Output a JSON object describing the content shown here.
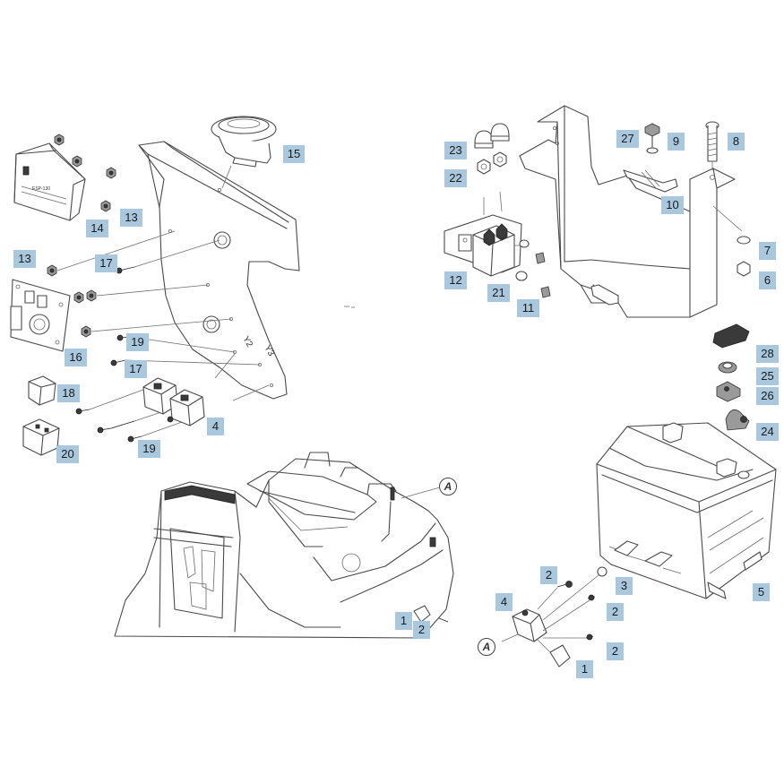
{
  "callouts": [
    {
      "n": "15"
    },
    {
      "n": "14"
    },
    {
      "n": "13"
    },
    {
      "n": "13"
    },
    {
      "n": "17"
    },
    {
      "n": "16"
    },
    {
      "n": "19"
    },
    {
      "n": "17"
    },
    {
      "n": "18"
    },
    {
      "n": "4"
    },
    {
      "n": "19"
    },
    {
      "n": "20"
    },
    {
      "n": "23"
    },
    {
      "n": "22"
    },
    {
      "n": "12"
    },
    {
      "n": "21"
    },
    {
      "n": "11"
    },
    {
      "n": "27"
    },
    {
      "n": "9"
    },
    {
      "n": "8"
    },
    {
      "n": "10"
    },
    {
      "n": "7"
    },
    {
      "n": "6"
    },
    {
      "n": "28"
    },
    {
      "n": "25"
    },
    {
      "n": "26"
    },
    {
      "n": "24"
    },
    {
      "n": "5"
    },
    {
      "n": "2"
    },
    {
      "n": "3"
    },
    {
      "n": "4"
    },
    {
      "n": "2"
    },
    {
      "n": "2"
    },
    {
      "n": "1"
    },
    {
      "n": "1"
    },
    {
      "n": "2"
    }
  ],
  "markings": {
    "y2": "Y2",
    "y3": "Y3",
    "ref_a": "A"
  }
}
